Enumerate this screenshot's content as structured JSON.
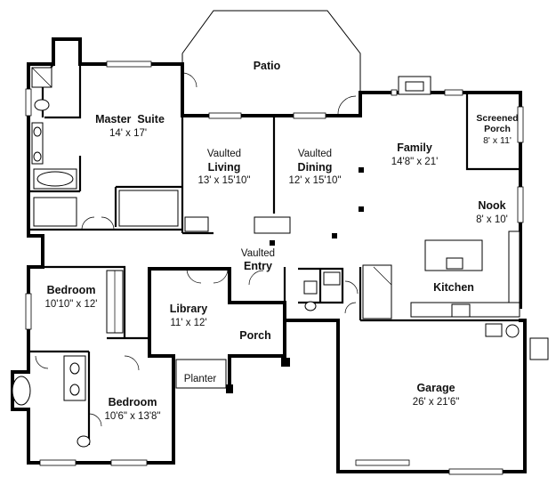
{
  "rooms": {
    "patio": {
      "name": "Patio"
    },
    "master_suite": {
      "name": "Master  Suite",
      "dims": "14' x 17'"
    },
    "living": {
      "prefix": "Vaulted",
      "name": "Living",
      "dims": "13' x 15'10\""
    },
    "dining": {
      "prefix": "Vaulted",
      "name": "Dining",
      "dims": "12' x 15'10\""
    },
    "family": {
      "name": "Family",
      "dims": "14'8\" x 21'"
    },
    "screened_porch": {
      "name_line1": "Screened",
      "name_line2": "Porch",
      "dims": "8' x 11'"
    },
    "nook": {
      "name": "Nook",
      "dims": "8' x 10'"
    },
    "entry": {
      "prefix": "Vaulted",
      "name": "Entry"
    },
    "kitchen": {
      "name": "Kitchen"
    },
    "bedroom_1": {
      "name": "Bedroom",
      "dims": "10'10\" x 12'"
    },
    "library": {
      "name": "Library",
      "dims": "11' x 12'"
    },
    "porch": {
      "name": "Porch"
    },
    "planter": {
      "name": "Planter"
    },
    "bedroom_2": {
      "name": "Bedroom",
      "dims": "10'6\" x 13'8\""
    },
    "garage": {
      "name": "Garage",
      "dims": "26' x 21'6\""
    }
  }
}
